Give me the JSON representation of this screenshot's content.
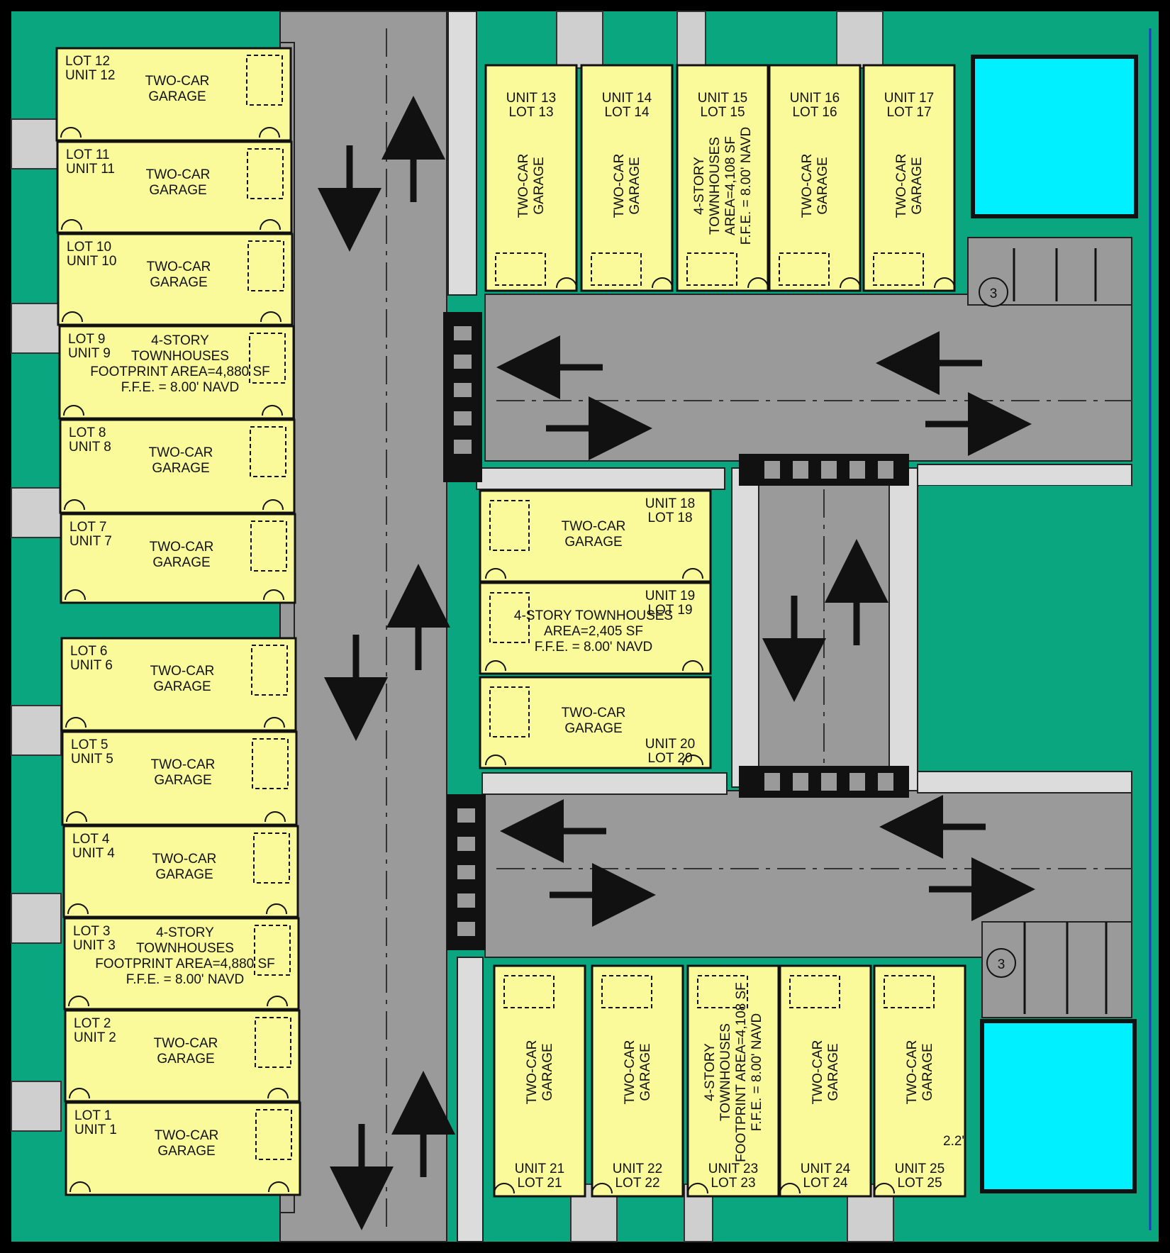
{
  "site_plan": {
    "garage_label": "TWO-CAR GARAGE",
    "parking_count_label": "3",
    "dimension_note": "2.2'",
    "west_row": [
      {
        "unit": "UNIT 12",
        "lot": "LOT 12",
        "note": [
          "TWO-CAR",
          "GARAGE"
        ]
      },
      {
        "unit": "UNIT 11",
        "lot": "LOT 11",
        "note": [
          "TWO-CAR",
          "GARAGE"
        ]
      },
      {
        "unit": "UNIT 10",
        "lot": "LOT 10",
        "note": [
          "TWO-CAR",
          "GARAGE"
        ]
      },
      {
        "unit": "UNIT 9",
        "lot": "LOT 9",
        "note": [
          "4-STORY",
          "TOWNHOUSES",
          "FOOTPRINT AREA=4,880 SF",
          "F.F.E. = 8.00' NAVD"
        ]
      },
      {
        "unit": "UNIT 8",
        "lot": "LOT 8",
        "note": [
          "TWO-CAR",
          "GARAGE"
        ]
      },
      {
        "unit": "UNIT 7",
        "lot": "LOT 7",
        "note": [
          "TWO-CAR",
          "GARAGE"
        ]
      },
      {
        "unit": "UNIT 6",
        "lot": "LOT 6",
        "note": [
          "TWO-CAR",
          "GARAGE"
        ]
      },
      {
        "unit": "UNIT 5",
        "lot": "LOT 5",
        "note": [
          "TWO-CAR",
          "GARAGE"
        ]
      },
      {
        "unit": "UNIT 4",
        "lot": "LOT 4",
        "note": [
          "TWO-CAR",
          "GARAGE"
        ]
      },
      {
        "unit": "UNIT 3",
        "lot": "LOT 3",
        "note": [
          "4-STORY",
          "TOWNHOUSES",
          "FOOTPRINT AREA=4,880 SF",
          "F.F.E. = 8.00' NAVD"
        ]
      },
      {
        "unit": "UNIT 2",
        "lot": "LOT 2",
        "note": [
          "TWO-CAR",
          "GARAGE"
        ]
      },
      {
        "unit": "UNIT 1",
        "lot": "LOT 1",
        "note": [
          "TWO-CAR",
          "GARAGE"
        ]
      }
    ],
    "north_row": [
      {
        "unit": "UNIT 13",
        "lot": "LOT 13",
        "note": [
          "TWO-CAR",
          "GARAGE"
        ]
      },
      {
        "unit": "UNIT 14",
        "lot": "LOT 14",
        "note": [
          "TWO-CAR",
          "GARAGE"
        ]
      },
      {
        "unit": "UNIT 15",
        "lot": "LOT 15",
        "note": [
          "4-STORY",
          "TOWNHOUSES",
          "AREA=4,108 SF",
          "F.F.E. = 8.00' NAVD"
        ]
      },
      {
        "unit": "UNIT 16",
        "lot": "LOT 16",
        "note": [
          "TWO-CAR",
          "GARAGE"
        ]
      },
      {
        "unit": "UNIT 17",
        "lot": "LOT 17",
        "note": [
          "TWO-CAR",
          "GARAGE"
        ]
      }
    ],
    "middle_row": [
      {
        "unit": "UNIT 18",
        "lot": "LOT 18",
        "note": [
          "TWO-CAR",
          "GARAGE"
        ]
      },
      {
        "unit": "UNIT 19",
        "lot": "LOT 19",
        "note": [
          "4-STORY TOWNHOUSES",
          "AREA=2,405 SF",
          "F.F.E. = 8.00' NAVD"
        ]
      },
      {
        "unit": "UNIT 20",
        "lot": "LOT 20",
        "note": [
          "TWO-CAR",
          "GARAGE"
        ]
      }
    ],
    "south_row": [
      {
        "unit": "UNIT 21",
        "lot": "LOT 21",
        "note": [
          "TWO-CAR",
          "GARAGE"
        ]
      },
      {
        "unit": "UNIT 22",
        "lot": "LOT 22",
        "note": [
          "TWO-CAR",
          "GARAGE"
        ]
      },
      {
        "unit": "UNIT 23",
        "lot": "LOT 23",
        "note": [
          "4-STORY",
          "TOWNHOUSES",
          "FOOTPRINT AREA=4,108 SF",
          "F.F.E. = 8.00' NAVD"
        ]
      },
      {
        "unit": "UNIT 24",
        "lot": "LOT 24",
        "note": [
          "TWO-CAR",
          "GARAGE"
        ]
      },
      {
        "unit": "UNIT 25",
        "lot": "LOT 25",
        "note": [
          "TWO-CAR",
          "GARAGE"
        ]
      }
    ],
    "colors": {
      "frame": "#000000",
      "landscape": "#0aa67f",
      "pavement": "#9a9a9a",
      "sidewalk": "#dcdcdc",
      "building": "#fafa9a",
      "water": "#00f0ff",
      "linework": "#111111"
    }
  }
}
